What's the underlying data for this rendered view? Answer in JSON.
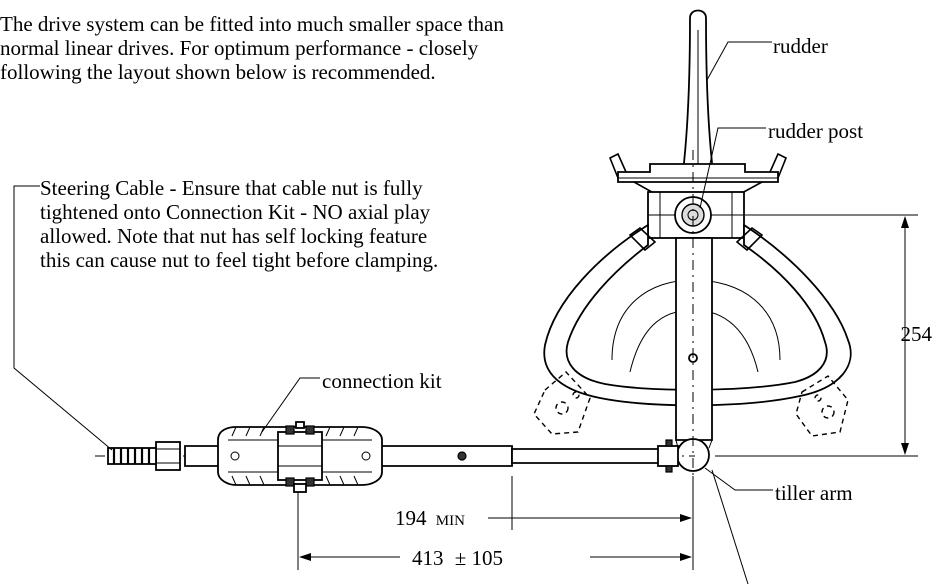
{
  "notes": {
    "intro": [
      "The drive system can be fitted into much smaller space than",
      "normal linear drives.  For optimum performance - closely",
      "following the layout shown below is recommended."
    ],
    "steering_cable": [
      "Steering Cable - Ensure that cable nut is fully",
      "tightened onto Connection Kit - NO axial play",
      "allowed.  Note that nut has self locking feature",
      "this can cause nut to feel tight before clamping."
    ]
  },
  "labels": {
    "rudder": "rudder",
    "rudder_post": "rudder post",
    "connection_kit": "connection kit",
    "tiller_arm": "tiller arm"
  },
  "dimensions": {
    "vertical": "254",
    "min_value": "194",
    "min_unit": "MIN",
    "overall_value": "413",
    "overall_tol": "± 105"
  }
}
